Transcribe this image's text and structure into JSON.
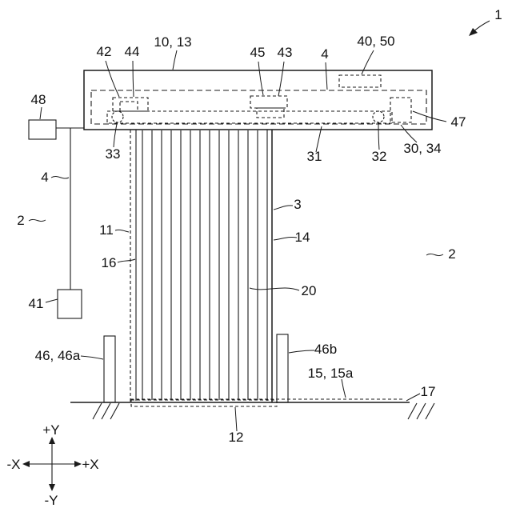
{
  "figure": {
    "title": "patent-style mechanical diagram",
    "colors": {
      "ink": "#1a1a1a",
      "background": "#ffffff"
    },
    "labels": {
      "n1": "1",
      "n2_left": "2",
      "n2_right": "2",
      "n3": "3",
      "n4_top": "4",
      "n4_left": "4",
      "n10_13": "10, 13",
      "n11": "11",
      "n12": "12",
      "n14": "14",
      "n15_15a": "15, 15a",
      "n16": "16",
      "n17": "17",
      "n20": "20",
      "n30_34": "30, 34",
      "n31": "31",
      "n32": "32",
      "n33": "33",
      "n40_50": "40, 50",
      "n41": "41",
      "n42": "42",
      "n43": "43",
      "n44": "44",
      "n45": "45",
      "n46_46a": "46, 46a",
      "n46b": "46b",
      "n47": "47",
      "n48": "48"
    },
    "axes": {
      "plus_y": "+Y",
      "minus_y": "-Y",
      "plus_x": "+X",
      "minus_x": "-X"
    }
  }
}
